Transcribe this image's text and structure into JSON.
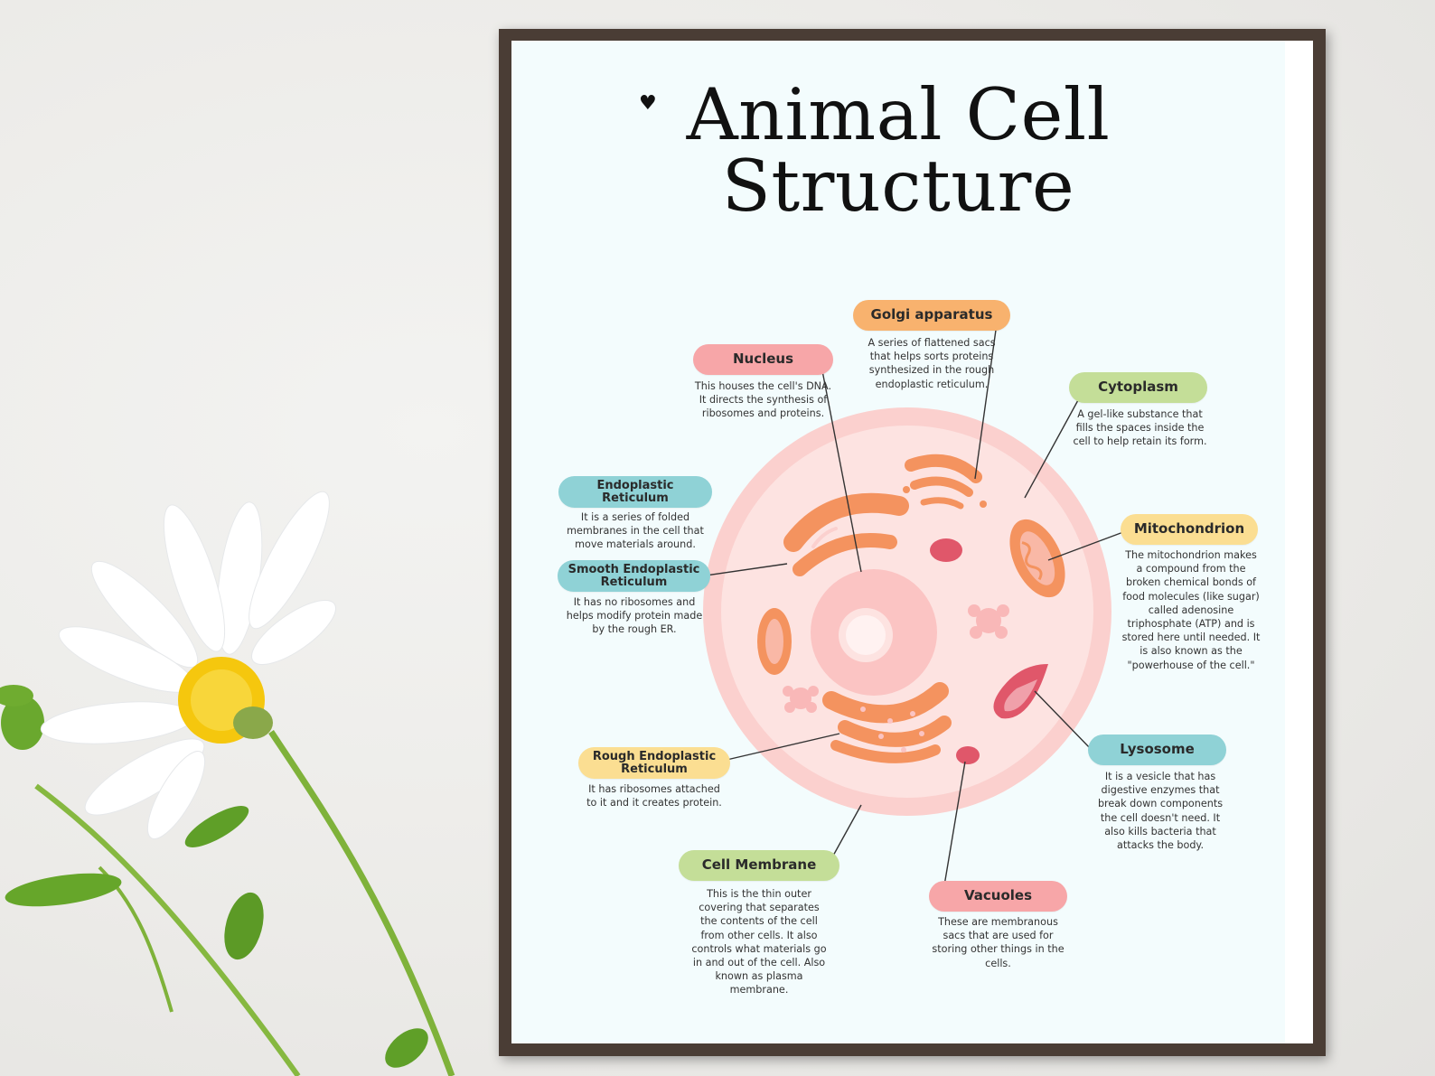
{
  "title": "Animal Cell Structure",
  "colors": {
    "frame": "#4a3d35",
    "poster_bg": "#f3fcfd",
    "pill_pink": "#f7a6a8",
    "pill_orange": "#f8b26e",
    "pill_green": "#c4de98",
    "pill_teal": "#8fd2d6",
    "pill_yellow": "#fbde92",
    "cell_outer": "#fbd0ce",
    "cell_inner": "#fde3e1",
    "organelle_orange": "#f4935f",
    "lysosome_red": "#e0576a"
  },
  "labels": {
    "nucleus": {
      "name": "Nucleus",
      "desc": [
        "This houses the cell's DNA.",
        "It directs the synthesis of",
        "ribosomes and proteins."
      ]
    },
    "golgi": {
      "name": "Golgi apparatus",
      "desc": [
        "A series of flattened sacs",
        "that helps sorts proteins",
        "synthesized in the rough",
        "endoplastic reticulum."
      ]
    },
    "cytoplasm": {
      "name": "Cytoplasm",
      "desc": [
        "A gel-like substance that",
        "fills the spaces inside the",
        "cell to help retain its form."
      ]
    },
    "er": {
      "name_line1": "Endoplastic",
      "name_line2": "Reticulum",
      "desc": [
        "It is a series of folded",
        "membranes in the cell that",
        "move materials around."
      ]
    },
    "smooth_er": {
      "name_line1": "Smooth Endoplastic",
      "name_line2": "Reticulum",
      "desc": [
        "It has no ribosomes and",
        "helps modify protein made",
        "by the rough ER."
      ]
    },
    "mitochondrion": {
      "name": "Mitochondrion",
      "desc": [
        "The mitochondrion makes",
        "a compound from the",
        "broken chemical bonds of",
        "food molecules (like sugar)",
        "called adenosine",
        "triphosphate (ATP) and is",
        "stored here until needed. It",
        "is also known as the",
        "\"powerhouse of the cell.\""
      ]
    },
    "rough_er": {
      "name_line1": "Rough Endoplastic",
      "name_line2": "Reticulum",
      "desc": [
        "It has ribosomes attached",
        "to it and it creates protein."
      ]
    },
    "lysosome": {
      "name": "Lysosome",
      "desc": [
        "It is a vesicle that has",
        "digestive enzymes that",
        "break down components",
        "the cell doesn't need. It",
        "also kills bacteria that",
        "attacks the body."
      ]
    },
    "cell_membrane": {
      "name": "Cell Membrane",
      "desc": [
        "This is the thin outer",
        "covering that separates",
        "the contents of the cell",
        "from other cells. It also",
        "controls what materials go",
        "in and out of the cell. Also",
        "known as plasma",
        "membrane."
      ]
    },
    "vacuoles": {
      "name": "Vacuoles",
      "desc": [
        "These are membranous",
        "sacs that are used for",
        "storing other things in the",
        "cells."
      ]
    }
  },
  "icons": {
    "heart": "♥",
    "flower": "daisy-photo"
  }
}
